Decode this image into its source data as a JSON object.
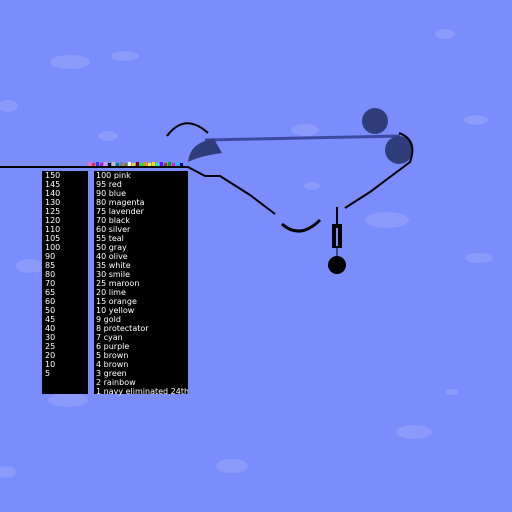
{
  "scene": {
    "colors": {
      "sky": "#7b8cfc",
      "cloud": "#8e9dfc",
      "track": "#000000",
      "ball_dark": "#2f3d7a",
      "bar": "#3b4aa0"
    }
  },
  "score_column": {
    "values": [
      "150",
      "145",
      "140",
      "130",
      "125",
      "120",
      "110",
      "105",
      "100",
      "90",
      "85",
      "80",
      "70",
      "65",
      "60",
      "50",
      "45",
      "40",
      "30",
      "25",
      "20",
      "10",
      "5"
    ]
  },
  "leaderboard": {
    "entries": [
      "100 pink",
      "95 red",
      "90 blue",
      "80 magenta",
      "75 lavender",
      "70 black",
      "60 silver",
      "55 teal",
      "50 gray",
      "40 olive",
      "35 white",
      "30 smile",
      "25 maroon",
      "20 lime",
      "15 orange",
      "10 yellow",
      "9 gold",
      "8 protectator",
      "7 cyan",
      "6 purple",
      "5 brown",
      "4 brown",
      "3 green",
      "2 rainbow",
      "1 navy eliminated 24th"
    ]
  }
}
